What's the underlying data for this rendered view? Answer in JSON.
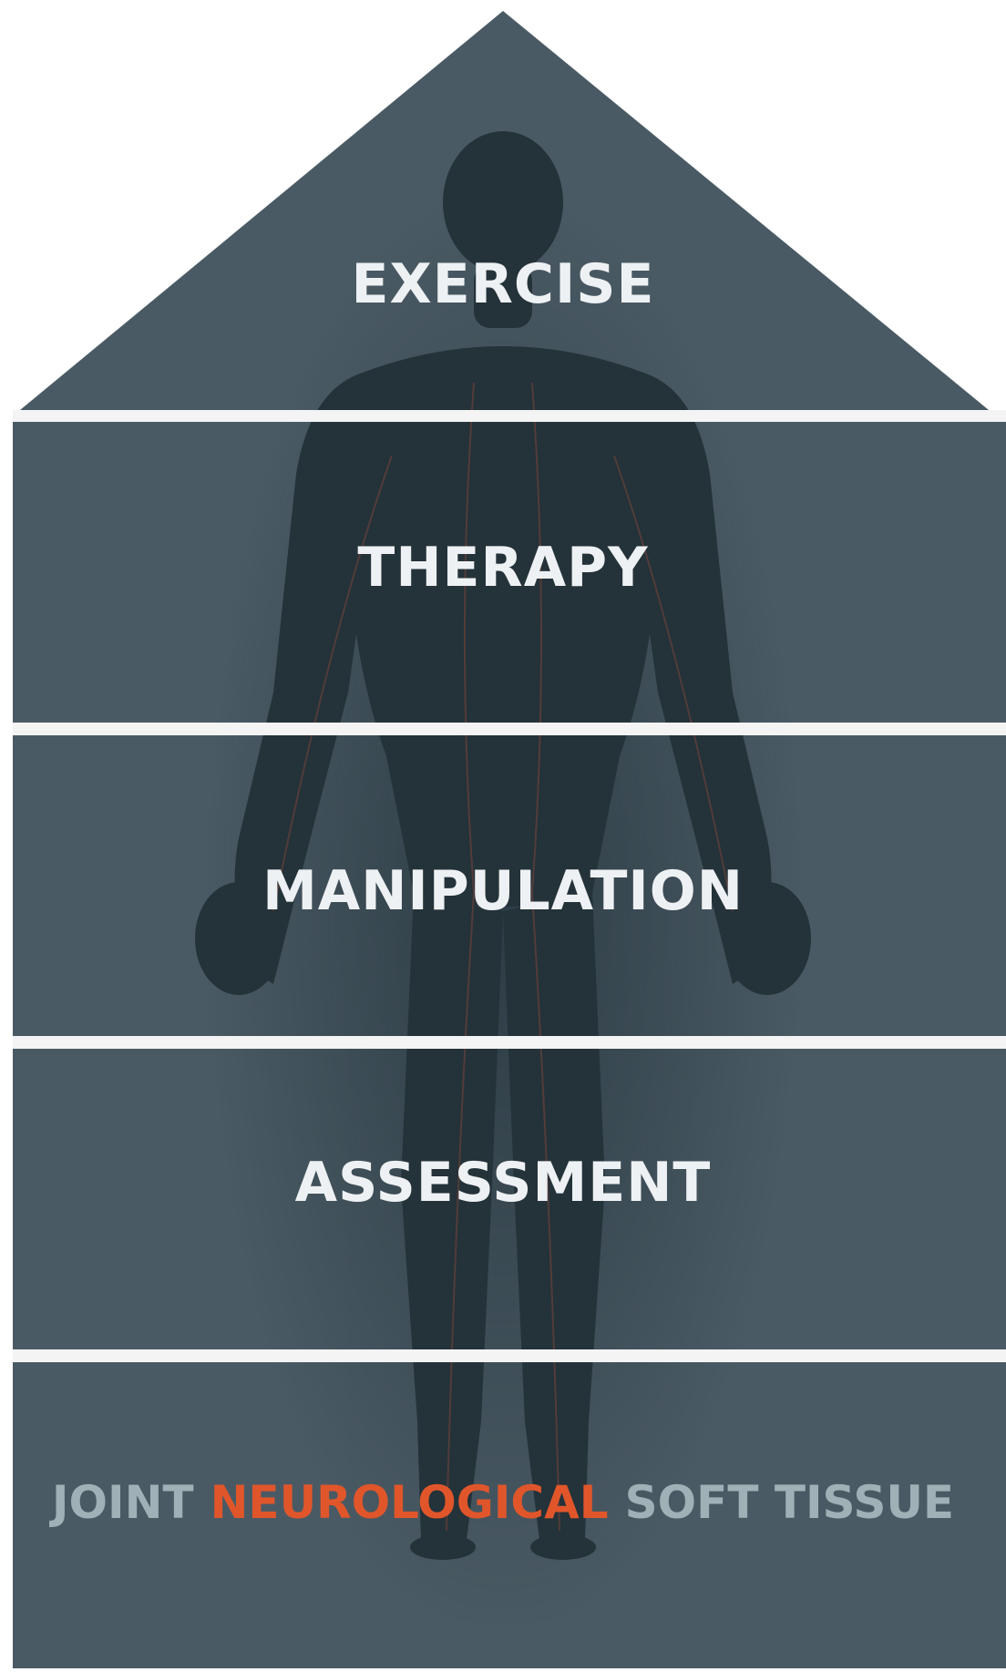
{
  "colors": {
    "panel": "#4a5a64",
    "divider": "#f4f4f4",
    "text": "#eef1f3",
    "muted_text": "#9fb0b7",
    "highlight_text": "#e0562a",
    "figure": "#1c2a30"
  },
  "tiers": [
    {
      "label": "EXERCISE"
    },
    {
      "label": "THERAPY"
    },
    {
      "label": "MANIPULATION"
    },
    {
      "label": "ASSESSMENT"
    }
  ],
  "foundation": {
    "left": "JOINT",
    "center": "NEUROLOGICAL",
    "right": "SOFT TISSUE"
  },
  "illustration": {
    "icon": "human-anatomy-figure-icon"
  }
}
